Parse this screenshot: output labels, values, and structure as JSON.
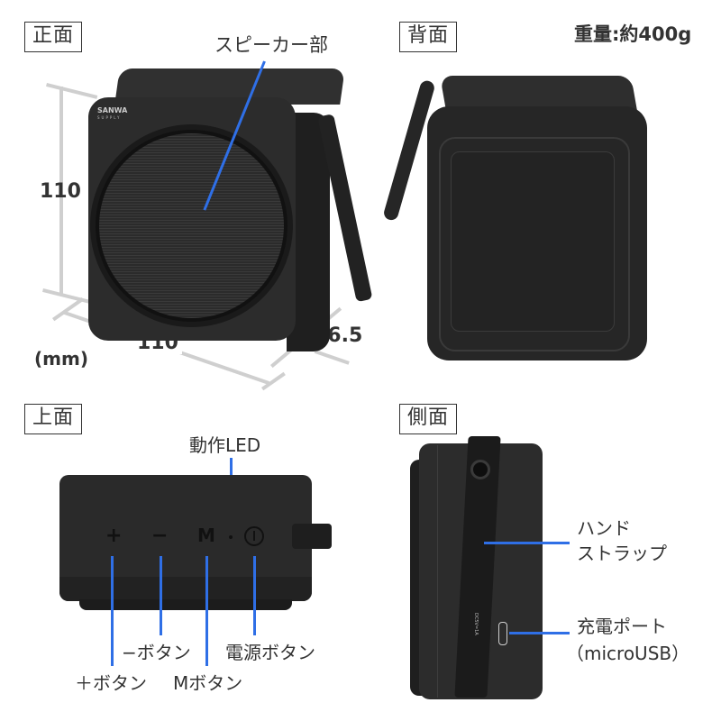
{
  "views": {
    "front": {
      "label": "正面",
      "callout_speaker": "スピーカー部",
      "brand_logo": "SANWA",
      "brand_sub": "SUPPLY",
      "dimensions": {
        "height": "110",
        "width": "110",
        "depth": "56.5",
        "unit": "(mm)"
      }
    },
    "back": {
      "label": "背面",
      "weight": "重量:約400g"
    },
    "top": {
      "label": "上面",
      "callout_led": "動作LED",
      "callout_plus": "＋ボタン",
      "callout_minus": "−ボタン",
      "callout_m": "Mボタン",
      "callout_power": "電源ボタン",
      "button_glyphs": {
        "plus": "+",
        "minus": "−",
        "m": "M",
        "power": "⏻"
      }
    },
    "side": {
      "label": "側面",
      "callout_strap_line1": "ハンド",
      "callout_strap_line2": "ストラップ",
      "callout_port_line1": "充電ポート",
      "callout_port_line2": "（microUSB）",
      "port_marking": "DC5V=1A"
    }
  },
  "colors": {
    "callout_line": "#2f6fe6",
    "dimension_line": "#cfcfcf",
    "device_body": "#2a2a2a",
    "text": "#333333"
  }
}
